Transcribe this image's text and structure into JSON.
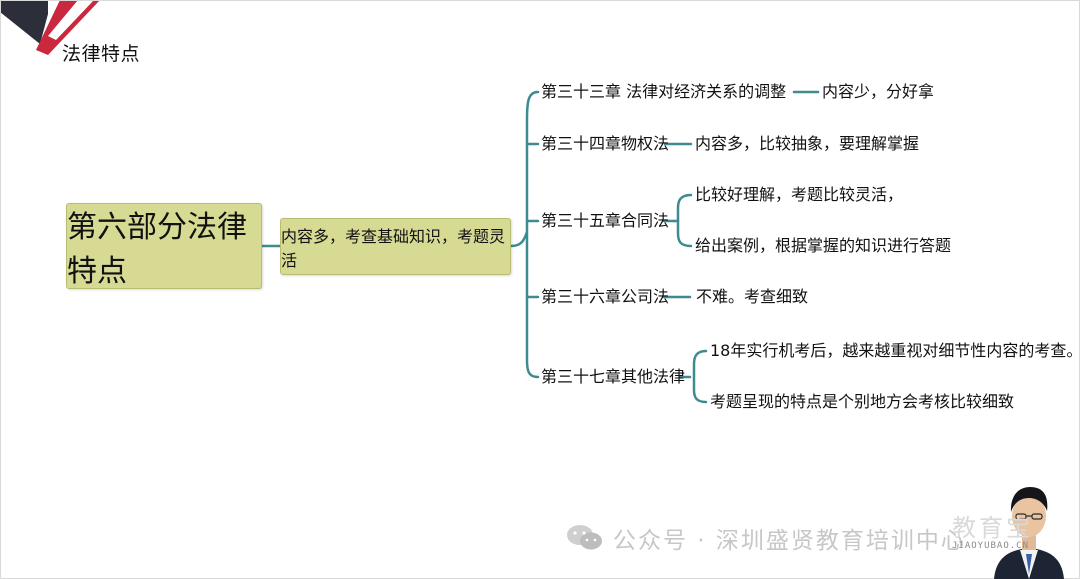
{
  "header": {
    "title": "法律特点"
  },
  "mindmap": {
    "root": "第六部分法律特点",
    "summary": "内容多，考查基础知识，考题灵活",
    "branches": [
      {
        "chapter": "第三十三章 法律对经济关系的调整",
        "notes": [
          "内容少，分好拿"
        ]
      },
      {
        "chapter": "第三十四章物权法",
        "notes": [
          "内容多，比较抽象，要理解掌握"
        ]
      },
      {
        "chapter": "第三十五章合同法",
        "notes": [
          "比较好理解，考题比较灵活，",
          "给出案例，根据掌握的知识进行答题"
        ]
      },
      {
        "chapter": "第三十六章公司法",
        "notes": [
          "不难。考查细致"
        ]
      },
      {
        "chapter": "第三十七章其他法律",
        "notes": [
          "18年实行机考后，越来越重视对细节性内容的考查。",
          "考题呈现的特点是个别地方会考核比较细致"
        ]
      }
    ]
  },
  "watermark": {
    "text": "公众号 · 深圳盛贤教育培训中心"
  },
  "logo": {
    "text": "教育宝",
    "sub": "JIAOYUBAO.CN"
  },
  "colors": {
    "node_fill": "#d6da93",
    "connector": "#3e8b8f",
    "corner_red": "#c9283e",
    "corner_dark": "#2c2f3a"
  }
}
